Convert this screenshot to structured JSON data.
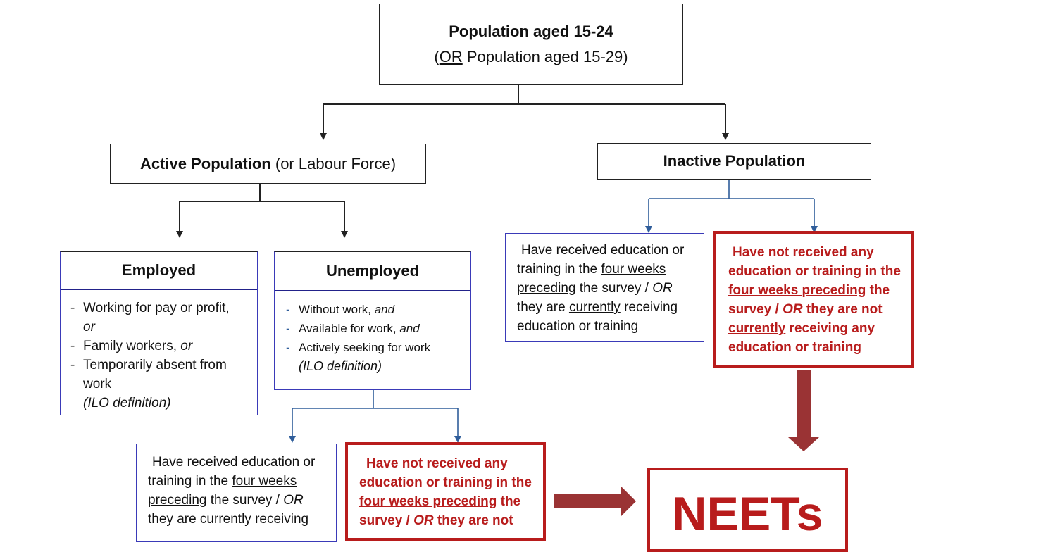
{
  "top": {
    "title": "Population aged 15-24",
    "sub_open": "(",
    "sub_or": "OR",
    "sub_rest": " Population aged 15-29)"
  },
  "active": {
    "title": "Active Population",
    "note": " (or Labour Force)"
  },
  "inactive": {
    "title": "Inactive Population"
  },
  "employed": {
    "title": "Employed",
    "items": [
      {
        "dash": "-",
        "text": "Working for pay or profit,",
        "cont": "or"
      },
      {
        "dash": "-",
        "text": "Family workers, ",
        "em": "or"
      },
      {
        "dash": "-",
        "text": "Temporarily absent from",
        "cont": "work"
      }
    ],
    "note": "(ILO definition)"
  },
  "unemployed": {
    "title": "Unemployed",
    "items": [
      {
        "dash": "-",
        "text": "Without work, ",
        "em": "and"
      },
      {
        "dash": "-",
        "text": "Available for work, ",
        "em": "and"
      },
      {
        "dash": "-",
        "text": "Actively seeking for work"
      }
    ],
    "note": "(ILO definition)"
  },
  "received_inactive": {
    "l1": "Have received education or",
    "l2a": "training in the ",
    "l2u": "four weeks",
    "l3u": "preceding",
    "l3b": " the survey / ",
    "l3or": "OR",
    "l4a": "they are ",
    "l4u": "currently",
    "l4b": " receiving",
    "l5": "education or training"
  },
  "not_received_inactive": {
    "l1": "Have not received any",
    "l2": "education or training in the",
    "l3u": "four weeks preceding",
    "l3b": " the",
    "l4a": "survey / ",
    "l4or": "OR",
    "l4b": " they are not",
    "l5u": "currently",
    "l5b": " receiving any",
    "l6": "education or training"
  },
  "received_unemployed": {
    "l1": "Have received education or",
    "l2a": "training in the ",
    "l2u": "four weeks",
    "l3u": "preceding",
    "l3b": " the survey / ",
    "l3or": "OR",
    "l4": "they are currently receiving"
  },
  "not_received_unemployed": {
    "l1": "Have not received any",
    "l2": "education or training in the",
    "l3u": "four weeks preceding",
    "l3b": " the",
    "l4a": "survey / ",
    "l4or": "OR",
    "l4b": " they are not"
  },
  "neets": {
    "label": "NEETs"
  },
  "colors": {
    "black_line": "#222222",
    "blue_line": "#2f5d9a",
    "red_border": "#b81c1c",
    "big_arrow": "#9a3334",
    "blue_border": "#3a3ab8"
  }
}
